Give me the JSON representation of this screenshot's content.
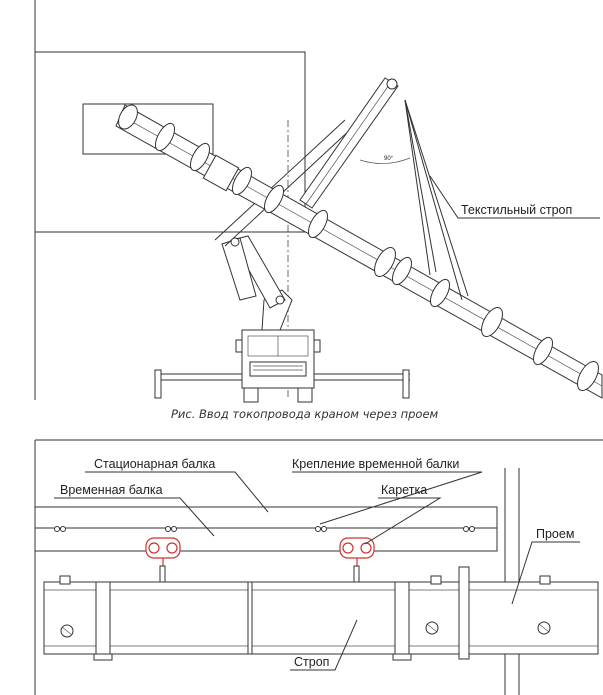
{
  "figure1": {
    "label_strop": "Текстильный строп",
    "caption": "Рис. Ввод токопровода краном через проем",
    "angle_mark": "90°"
  },
  "figure2": {
    "label_stationary_beam": "Стационарная балка",
    "label_temp_beam_mount": "Крепление временной балки",
    "label_temp_beam": "Временная балка",
    "label_carriage": "Каретка",
    "label_opening": "Проем",
    "label_sling": "Строп"
  },
  "colors": {
    "line": "#333333",
    "carriage": "#cc3333",
    "background": "#ffffff"
  }
}
